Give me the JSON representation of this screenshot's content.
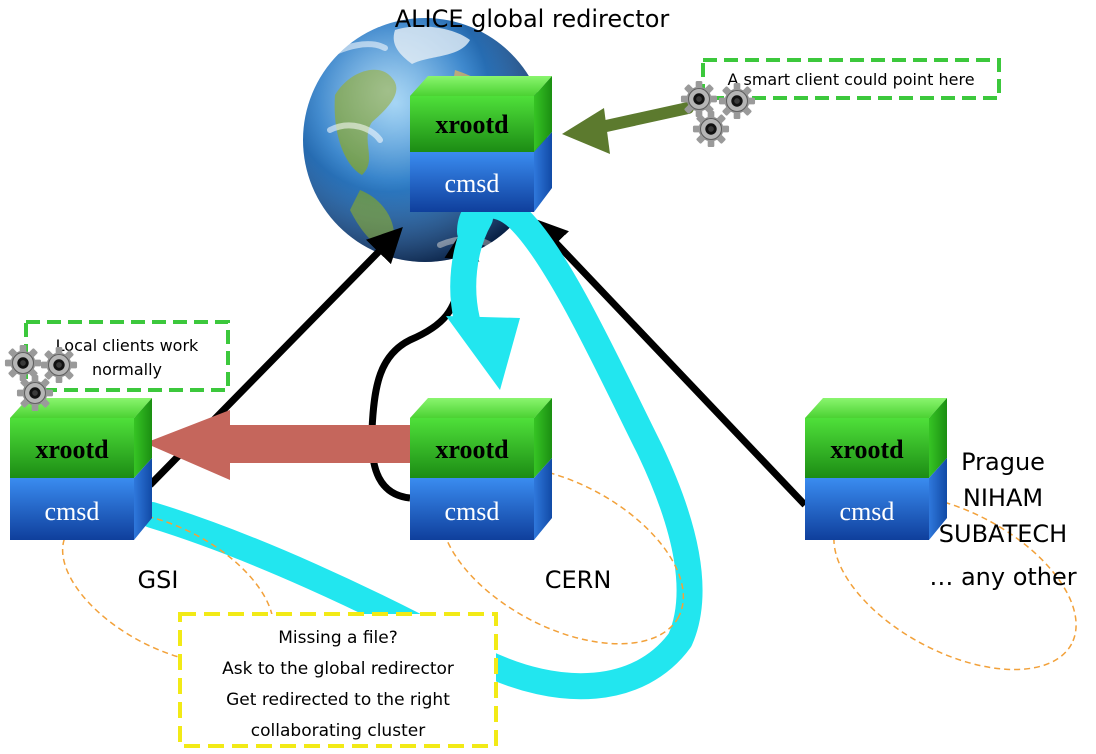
{
  "title": "ALICE global redirector",
  "colors": {
    "xrootd_green": "#2fb51f",
    "cmsd_blue": "#1b63c9",
    "black_arrow": "#000000",
    "cyan_loop": "#22e6ef",
    "red_arrow": "#c5665c",
    "olive_arrow": "#5c7a2e",
    "callout_green": "#3cc83c",
    "callout_yellow": "#f2ea16",
    "dashed_orange": "#f2a13a"
  },
  "icons": [
    "globe-icon",
    "gears-icon"
  ],
  "global_node": {
    "xrootd": "xrootd",
    "cmsd": "cmsd"
  },
  "sites": [
    {
      "name": "GSI",
      "xrootd": "xrootd",
      "cmsd": "cmsd"
    },
    {
      "name": "CERN",
      "xrootd": "xrootd",
      "cmsd": "cmsd"
    },
    {
      "xrootd": "xrootd",
      "cmsd": "cmsd",
      "names": [
        "Prague",
        "NIHAM",
        "SUBATECH",
        "… any other"
      ]
    }
  ],
  "callouts": {
    "smart_client": "A smart client could point here",
    "local_clients": [
      "Local clients work",
      "normally"
    ],
    "missing_file": [
      "Missing a file?",
      "Ask to the global redirector",
      "Get redirected to the right",
      "collaborating cluster"
    ]
  }
}
